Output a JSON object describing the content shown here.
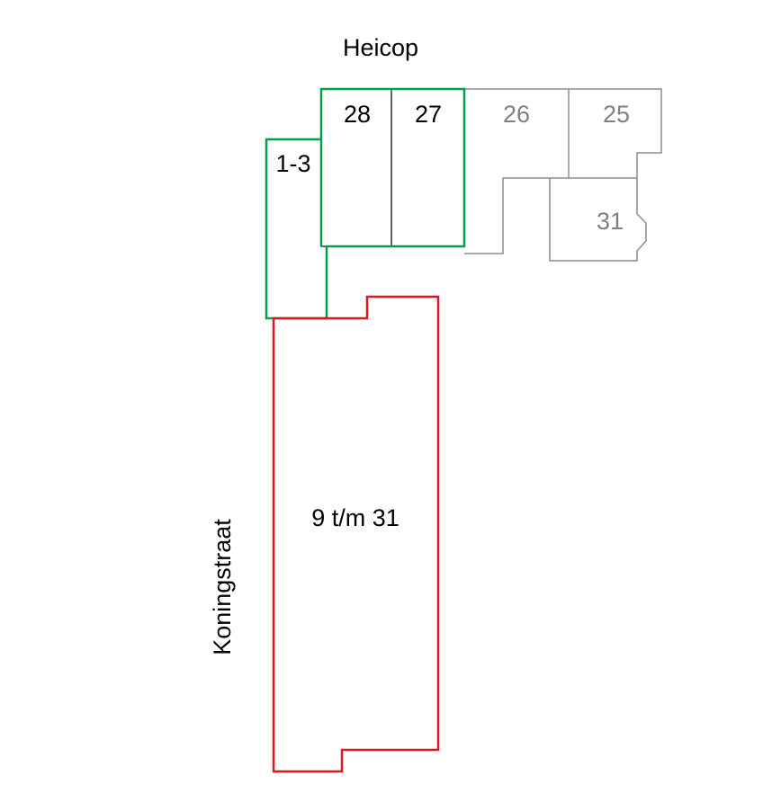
{
  "streets": {
    "top": "Heicop",
    "left": "Koningstraat"
  },
  "parcels": {
    "p28": {
      "label": "28"
    },
    "p27": {
      "label": "27"
    },
    "p26": {
      "label": "26"
    },
    "p25": {
      "label": "25"
    },
    "p31": {
      "label": "31"
    },
    "p1_3": {
      "label": "1-3"
    },
    "p9_31": {
      "label": "9 t/m 31"
    }
  },
  "colors": {
    "green_outline": "#00a04b",
    "red_outline": "#e8141c",
    "grey_outline": "#8c8c8c",
    "black_outline": "#000000",
    "grey_text": "#7f7f7f"
  }
}
